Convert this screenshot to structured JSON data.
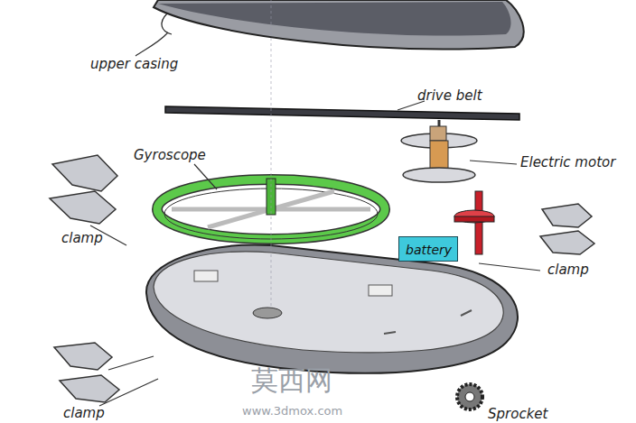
{
  "diagram": {
    "nodes": [
      {
        "text": [
          "battery"
        ]
      }
    ],
    "labels": [
      "upper casing",
      "drive belt",
      "Gyroscope",
      "Electric motor",
      "clamp",
      "clamp",
      "clamp",
      "Sprocket",
      "莫西网",
      "www.3dmox.com"
    ]
  }
}
